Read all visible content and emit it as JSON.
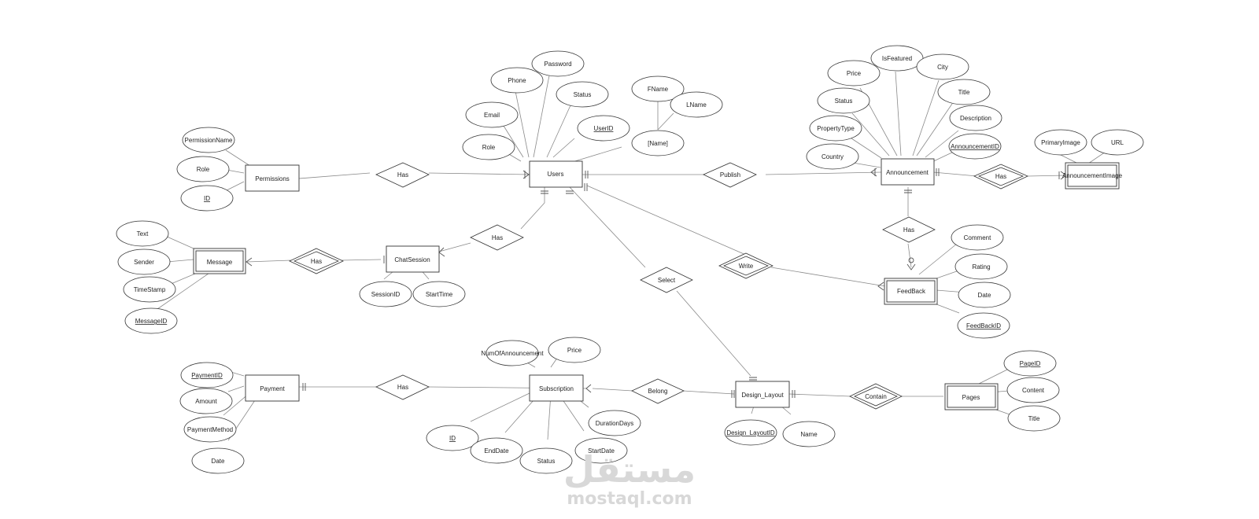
{
  "entities": {
    "users": "Users",
    "permissions": "Permissions",
    "announcement": "Announcement",
    "announcement_image": "AnnouncementImage",
    "message": "Message",
    "chat_session": "ChatSession",
    "feedback": "FeedBack",
    "payment": "Payment",
    "subscription": "Subscription",
    "design_layout": "Design_Layout",
    "pages": "Pages"
  },
  "relationships": {
    "users_permissions": "Has",
    "users_announcement": "Publish",
    "announcement_image": "Has",
    "users_chat": "Has",
    "chat_message": "Has",
    "announcement_feedback": "Has",
    "users_feedback": "Write",
    "users_design": "Select",
    "payment_subscription": "Has",
    "subscription_design": "Belong",
    "design_pages": "Contain"
  },
  "attributes": {
    "users": {
      "password": "Password",
      "phone": "Phone",
      "status": "Status",
      "email": "Email",
      "userid": "UserID",
      "role": "Role",
      "fname": "FName",
      "lname": "LName",
      "name": "[Name]"
    },
    "permissions": {
      "name": "PermissionName",
      "role": "Role",
      "id": "ID"
    },
    "announcement": {
      "isfeatured": "IsFeatured",
      "price": "Price",
      "city": "City",
      "title": "Title",
      "status": "Status",
      "description": "Description",
      "propertytype": "PropertyType",
      "announcementid": "AnnouncementID",
      "country": "Country"
    },
    "announcement_image": {
      "primary": "PrimaryImage",
      "url": "URL"
    },
    "message": {
      "text": "Text",
      "sender": "Sender",
      "timestamp": "TimeStamp",
      "messageid": "MessageID"
    },
    "chat_session": {
      "sessionid": "SessionID",
      "starttime": "StartTime"
    },
    "feedback": {
      "comment": "Comment",
      "rating": "Rating",
      "date": "Date",
      "feedbackid": "FeedBackID"
    },
    "payment": {
      "paymentid": "PaymentID",
      "amount": "Amount",
      "method": "PaymentMethod",
      "date": "Date"
    },
    "subscription": {
      "num": "NumOfAnnouncement",
      "price": "Price",
      "duration": "DurationDays",
      "id": "ID",
      "enddate": "EndDate",
      "status": "Status",
      "startdate": "StartDate"
    },
    "design_layout": {
      "id": "Design_LayoutID",
      "name": "Name"
    },
    "pages": {
      "pageid": "PageID",
      "content": "Content",
      "title": "Title"
    }
  },
  "watermark": {
    "logo": "مستقل",
    "url": "mostaql.com"
  }
}
